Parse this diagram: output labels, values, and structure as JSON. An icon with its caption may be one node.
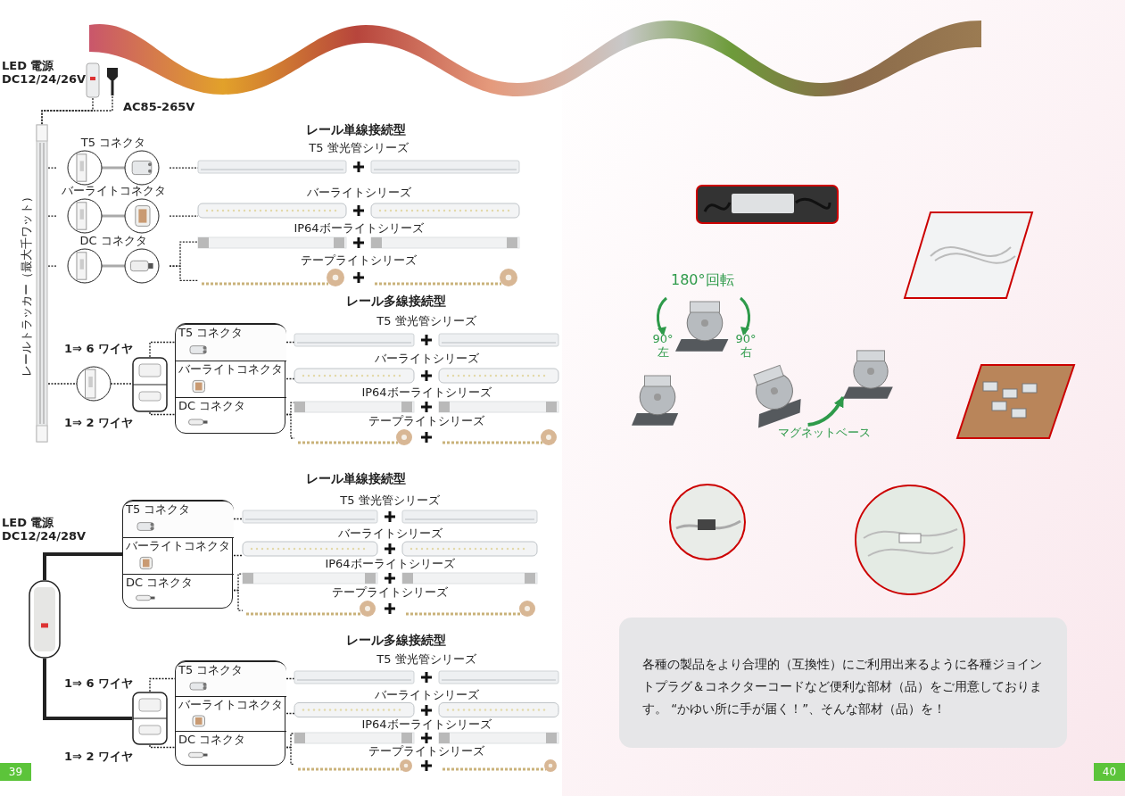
{
  "diagram": {
    "nodes": [
      {
        "text": [],
        "shape": "picture",
        "beside": [
          "LED 電源 DC12/24/26V"
        ]
      },
      {
        "text": [],
        "shape": "picture",
        "beside": [
          "AC85-265V"
        ]
      },
      {
        "text": [],
        "shape": "picture",
        "beside": [
          "レールトラッカー（最大千ワット）"
        ]
      },
      {
        "text": [
          "T5 コネクタ"
        ]
      },
      {
        "text": [
          "バーライトコネクタ"
        ]
      },
      {
        "text": [
          "DC コネクタ"
        ]
      },
      {
        "text": [
          "T5 蛍光管シリーズ"
        ]
      },
      {
        "text": [
          "バーライトシリーズ"
        ]
      },
      {
        "text": [
          "IP64ボーライトシリーズ"
        ]
      },
      {
        "text": [
          "テープライトシリーズ"
        ]
      },
      {
        "text": [],
        "shape": "picture"
      },
      {
        "text": [],
        "shape": "picture",
        "beside": [
          "1⇒ 6 ワイヤ",
          "1⇒ 2 ワイヤ"
        ]
      },
      {
        "text": [],
        "shape": "box"
      },
      {
        "text": [
          "T5 コネクタ"
        ],
        "in": 12
      },
      {
        "text": [
          "バーライトコネクタ"
        ],
        "in": 12
      },
      {
        "text": [
          "DC コネクタ"
        ],
        "in": 12
      },
      {
        "text": [
          "T5 蛍光管シリーズ"
        ]
      },
      {
        "text": [
          "バーライトシリーズ"
        ]
      },
      {
        "text": [
          "IP64ボーライトシリーズ"
        ]
      },
      {
        "text": [
          "テープライトシリーズ"
        ]
      },
      {
        "text": [],
        "shape": "picture",
        "beside": [
          "LED 電源 DC12/24/28V"
        ]
      },
      {
        "text": [],
        "shape": "box"
      },
      {
        "text": [
          "T5 コネクタ"
        ],
        "in": 21
      },
      {
        "text": [
          "バーライトコネクタ"
        ],
        "in": 21
      },
      {
        "text": [
          "DC コネクタ"
        ],
        "in": 21
      },
      {
        "text": [
          "T5 蛍光管シリーズ"
        ]
      },
      {
        "text": [
          "バーライトシリーズ"
        ]
      },
      {
        "text": [
          "IP64ボーライトシリーズ"
        ]
      },
      {
        "text": [
          "テープライトシリーズ"
        ]
      },
      {
        "text": [],
        "shape": "picture",
        "beside": [
          "1⇒ 6 ワイヤ",
          "1⇒ 2 ワイヤ"
        ]
      },
      {
        "text": [],
        "shape": "box"
      },
      {
        "text": [
          "T5 コネクタ"
        ],
        "in": 30
      },
      {
        "text": [
          "バーライトコネクタ"
        ],
        "in": 30
      },
      {
        "text": [
          "DC コネクタ"
        ],
        "in": 30
      },
      {
        "text": [
          "T5 蛍光管シリーズ"
        ]
      },
      {
        "text": [
          "バーライトシリーズ"
        ]
      },
      {
        "text": [
          "IP64ボーライトシリーズ"
        ]
      },
      {
        "text": [
          "テープライトシリーズ"
        ]
      },
      {
        "text": [],
        "shape": "picture"
      },
      {
        "text": [
          "マグネットベース"
        ]
      },
      {
        "text": [
          "各種の製品をより合理的（互換性）にご利用出来るように各種ジョイントプラグ＆コネクターコードなど便利な部材（品）をご用意しております。 “かゆい所に手が届く！”、そんな部材（品）を！"
        ]
      }
    ],
    "edges": [
      {
        "from": 0,
        "to": 2,
        "arrow": "none",
        "style": "dashed"
      },
      {
        "from": 1,
        "to": 2,
        "arrow": "none",
        "style": "dashed"
      },
      {
        "from": 2,
        "to": 3,
        "arrow": "none",
        "style": "dashed"
      },
      {
        "from": 2,
        "to": 4,
        "arrow": "none",
        "style": "dashed"
      },
      {
        "from": 2,
        "to": 5,
        "arrow": "none",
        "style": "dashed"
      },
      {
        "from": 3,
        "to": 6,
        "arrow": "none",
        "style": "dashed"
      },
      {
        "from": 4,
        "to": 7,
        "arrow": "none",
        "style": "dashed"
      },
      {
        "from": 5,
        "to": 8,
        "arrow": "none",
        "style": "dashed"
      },
      {
        "from": 5,
        "to": 9,
        "arrow": "none",
        "style": "dashed"
      },
      {
        "from": 2,
        "to": 10,
        "arrow": "none",
        "style": "dashed"
      },
      {
        "from": 10,
        "to": 11,
        "arrow": "none",
        "style": "dashed"
      },
      {
        "from": 11,
        "to": 13,
        "arrow": "none",
        "style": "dashed"
      },
      {
        "from": 11,
        "to": 15,
        "arrow": "none",
        "style": "dashed"
      },
      {
        "from": 13,
        "to": 16,
        "arrow": "none",
        "style": "dashed"
      },
      {
        "from": 14,
        "to": 17,
        "arrow": "none",
        "style": "dashed"
      },
      {
        "from": 15,
        "to": 18,
        "arrow": "none",
        "style": "dashed"
      },
      {
        "from": 15,
        "to": 19,
        "arrow": "none",
        "style": "dashed"
      },
      {
        "from": 20,
        "to": 21,
        "arrow": "none",
        "style": "thick"
      },
      {
        "from": 22,
        "to": 25,
        "arrow": "none",
        "style": "dashed"
      },
      {
        "from": 23,
        "to": 26,
        "arrow": "none",
        "style": "dashed"
      },
      {
        "from": 24,
        "to": 27,
        "arrow": "none",
        "style": "dashed"
      },
      {
        "from": 24,
        "to": 28,
        "arrow": "none",
        "style": "dashed"
      },
      {
        "from": 20,
        "to": 29,
        "arrow": "none",
        "style": "thick"
      },
      {
        "from": 29,
        "to": 31,
        "arrow": "none",
        "style": "dashed"
      },
      {
        "from": 29,
        "to": 33,
        "arrow": "none",
        "style": "dashed"
      },
      {
        "from": 31,
        "to": 34,
        "arrow": "none",
        "style": "dashed"
      },
      {
        "from": 32,
        "to": 35,
        "arrow": "none",
        "style": "dashed"
      },
      {
        "from": 33,
        "to": 36,
        "arrow": "none",
        "style": "dashed"
      },
      {
        "from": 33,
        "to": 37,
        "arrow": "none",
        "style": "dashed"
      },
      {
        "from": 39,
        "to": 38,
        "arrow": "to",
        "style": "thick",
        "color": "#2e9a4a"
      }
    ],
    "labels": [
      "レール単線接続型",
      "レール多線接続型",
      "レール単線接続型",
      "レール多線接続型",
      "180°回転",
      "90° 左",
      "90° 右",
      "39",
      "40"
    ]
  }
}
